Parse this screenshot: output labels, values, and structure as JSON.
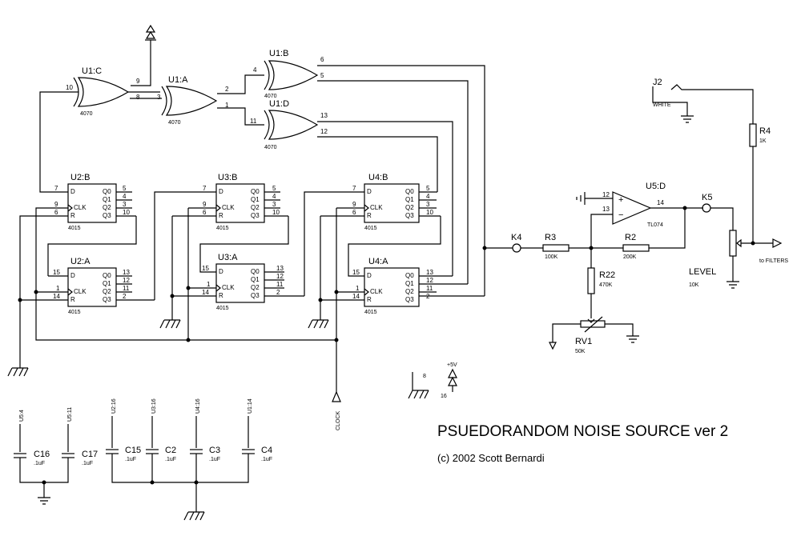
{
  "title": "PSUEDORANDOM NOISE SOURCE ver 2",
  "copyright": "(c) 2002 Scott Bernardi",
  "gates": [
    {
      "ref": "U1:C",
      "part": "4070",
      "pins": [
        "10",
        "9",
        "8"
      ]
    },
    {
      "ref": "U1:A",
      "part": "4070",
      "pins": [
        "3",
        "2",
        "1"
      ]
    },
    {
      "ref": "U1:B",
      "part": "4070",
      "pins": [
        "4",
        "6",
        "5"
      ]
    },
    {
      "ref": "U1:D",
      "part": "4070",
      "pins": [
        "11",
        "13",
        "12"
      ]
    }
  ],
  "shift_registers": [
    {
      "ref": "U2:B",
      "part": "4015",
      "pins": [
        "7",
        "9",
        "6",
        "5",
        "4",
        "3",
        "10"
      ]
    },
    {
      "ref": "U2:A",
      "part": "4015",
      "pins": [
        "15",
        "1",
        "14",
        "13",
        "12",
        "11",
        "2"
      ]
    },
    {
      "ref": "U3:B",
      "part": "4015",
      "pins": [
        "7",
        "9",
        "6",
        "5",
        "4",
        "3",
        "10"
      ]
    },
    {
      "ref": "U3:A",
      "part": "4015",
      "pins": [
        "15",
        "1",
        "14",
        "13",
        "12",
        "11",
        "2"
      ]
    },
    {
      "ref": "U4:B",
      "part": "4015",
      "pins": [
        "7",
        "9",
        "6",
        "5",
        "4",
        "3",
        "10"
      ]
    },
    {
      "ref": "U4:A",
      "part": "4015",
      "pins": [
        "15",
        "1",
        "14",
        "13",
        "12",
        "11",
        "2"
      ]
    }
  ],
  "sr_pin_names": {
    "d": "D",
    "clk": "CLK",
    "r": "R",
    "q0": "Q0",
    "q1": "Q1",
    "q2": "Q2",
    "q3": "Q3"
  },
  "opamp": {
    "ref": "U5:D",
    "part": "TL074",
    "pin_plus": "12",
    "pin_minus": "13",
    "pin_out": "14",
    "plus": "+",
    "minus": "−"
  },
  "resistors": [
    {
      "ref": "R3",
      "value": "100K"
    },
    {
      "ref": "R2",
      "value": "200K"
    },
    {
      "ref": "R22",
      "value": "470K"
    },
    {
      "ref": "R4",
      "value": "1K"
    }
  ],
  "pot_rv1": {
    "ref": "RV1",
    "value": "50K"
  },
  "pot_level": {
    "ref": "LEVEL",
    "value": "10K"
  },
  "nodes": [
    "K4",
    "K5"
  ],
  "jack": {
    "ref": "J2",
    "label": "WHITE"
  },
  "output_label": "to FILTERS",
  "clock_label": "CLOCK",
  "power": {
    "supply": "+5V",
    "gnd_pin": "8",
    "vdd_pin": "16"
  },
  "cap_supplies": [
    "U5:4",
    "U5:11",
    "U2:16",
    "U3:16",
    "U4:16",
    "U1:14"
  ],
  "capacitors": [
    {
      "ref": "C16",
      "value": ".1uF"
    },
    {
      "ref": "C17",
      "value": ".1uF"
    },
    {
      "ref": "C15",
      "value": ".1uF"
    },
    {
      "ref": "C2",
      "value": ".1uF"
    },
    {
      "ref": "C3",
      "value": ".1uF"
    },
    {
      "ref": "C4",
      "value": ".1uF"
    }
  ]
}
